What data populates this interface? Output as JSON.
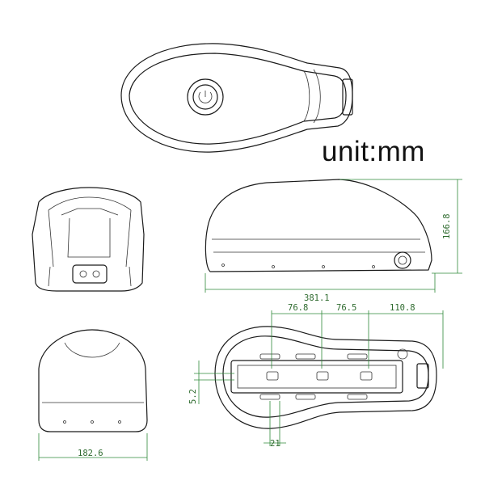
{
  "unit_label": "unit:mm",
  "dimensions": {
    "side_length": "381.1",
    "side_height": "166.8",
    "front_width": "182.6",
    "top_segment_1": "76.8",
    "top_segment_2": "76.5",
    "top_segment_3": "110.8",
    "tray_offset": "5.2",
    "slot_width": "21"
  },
  "colors": {
    "outline": "#1a1a1a",
    "dimension_lines": "#2f8a3a",
    "dimension_text": "#2f6b2f",
    "background": "#ffffff"
  }
}
